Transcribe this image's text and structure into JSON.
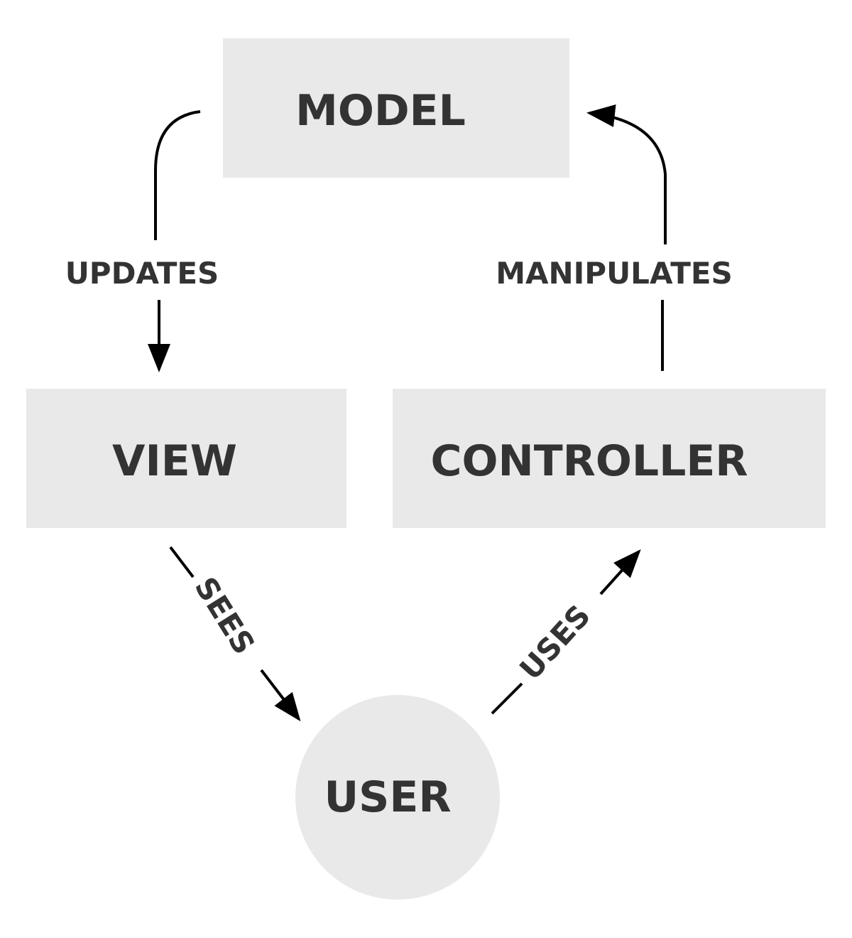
{
  "colors": {
    "node_fill": "#e9e9e9",
    "node_text": "#333333",
    "edge": "#000000"
  },
  "nodes": {
    "model": "MODEL",
    "view": "VIEW",
    "controller": "CONTROLLER",
    "user": "USER"
  },
  "edges": {
    "updates": "UPDATES",
    "manipulates": "MANIPULATES",
    "sees": "SEES",
    "uses": "USES"
  }
}
